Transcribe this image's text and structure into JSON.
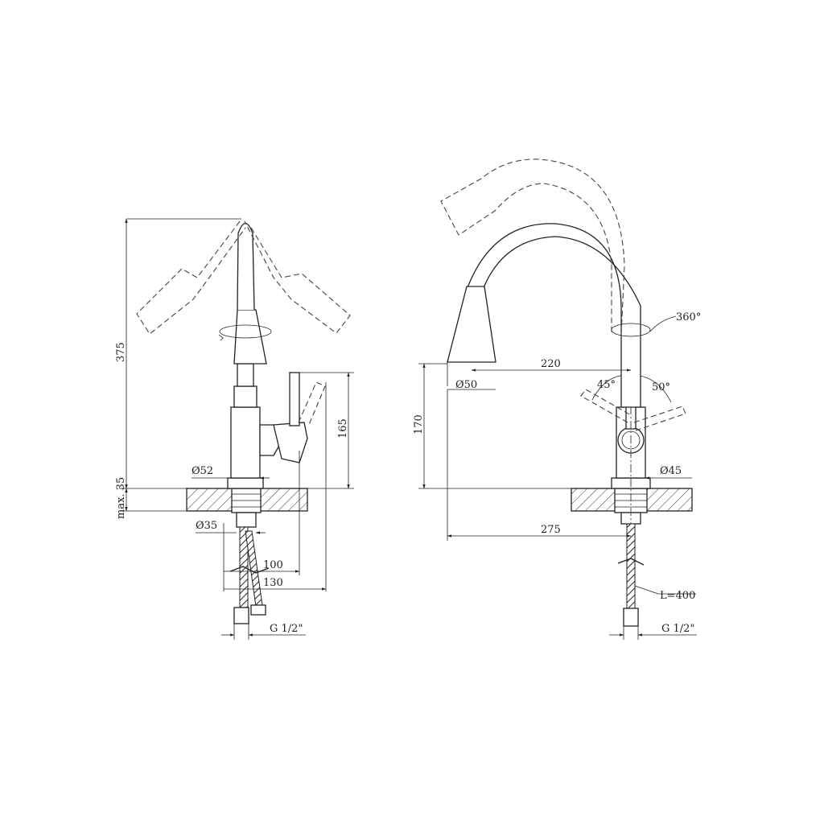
{
  "side_view": {
    "height_total": "375",
    "body_height": "165",
    "mount_max": "max. 35",
    "body_diameter": "Ø52",
    "hole_diameter": "Ø35",
    "lever_reach_short": "100",
    "lever_reach_long": "130",
    "thread": "G 1/2\""
  },
  "front_view": {
    "rotation": "360°",
    "spout_reach": "220",
    "outlet_diameter": "Ø50",
    "lever_angle_left": "45°",
    "lever_angle_right": "50°",
    "spout_height": "170",
    "body_diameter": "Ø45",
    "total_reach": "275",
    "hose_length": "L=400",
    "thread": "G 1/2\""
  }
}
